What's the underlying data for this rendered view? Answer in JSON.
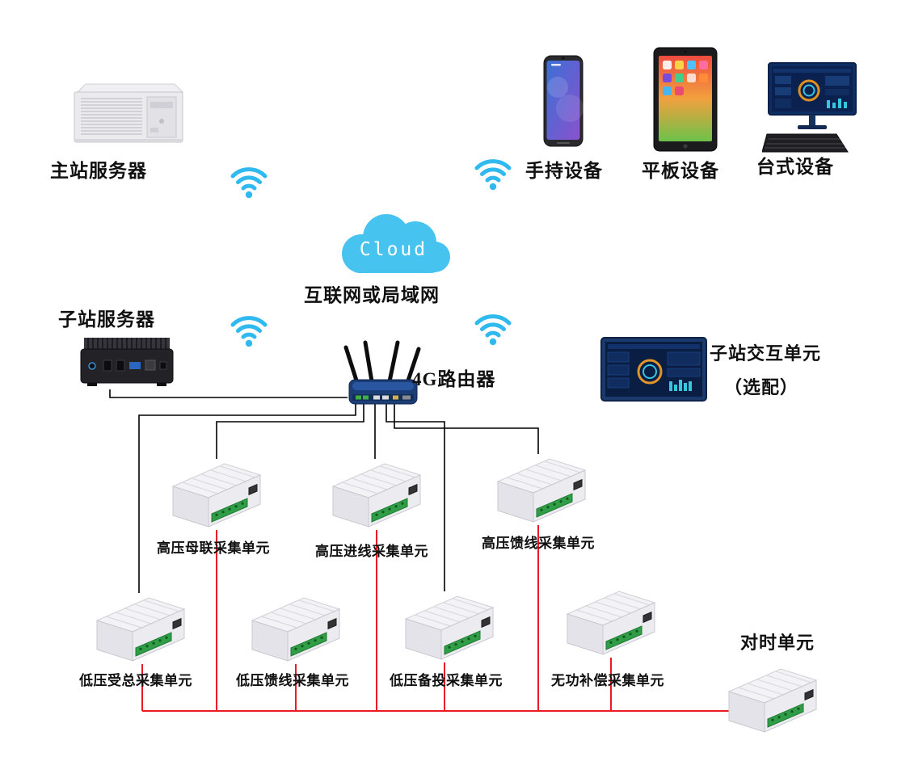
{
  "colors": {
    "wifi_blue": "#2fb9ef",
    "cloud_blue": "#47c3f0",
    "line_black": "#000000",
    "line_red": "#ec1b23",
    "unit_green": "#2f9e47",
    "router_navy": "#1c3e78"
  },
  "cloud": {
    "text": "Cloud",
    "network_label": "互联网或局域网"
  },
  "devices": {
    "main_server": {
      "label": "主站服务器"
    },
    "handheld": {
      "label": "手持设备"
    },
    "tablet": {
      "label": "平板设备"
    },
    "desktop": {
      "label": "台式设备"
    },
    "sub_server": {
      "label": "子站服务器"
    },
    "router": {
      "label": "4G路由器"
    },
    "interactive_unit": {
      "label": "子站交互单元",
      "note": "（选配）"
    },
    "time_unit": {
      "label": "对时单元"
    }
  },
  "acquisition_units": [
    {
      "label": "高压母联采集单元"
    },
    {
      "label": "高压进线采集单元"
    },
    {
      "label": "高压馈线采集单元"
    },
    {
      "label": "低压受总采集单元"
    },
    {
      "label": "低压馈线采集单元"
    },
    {
      "label": "低压备投采集单元"
    },
    {
      "label": "无功补偿采集单元"
    }
  ]
}
